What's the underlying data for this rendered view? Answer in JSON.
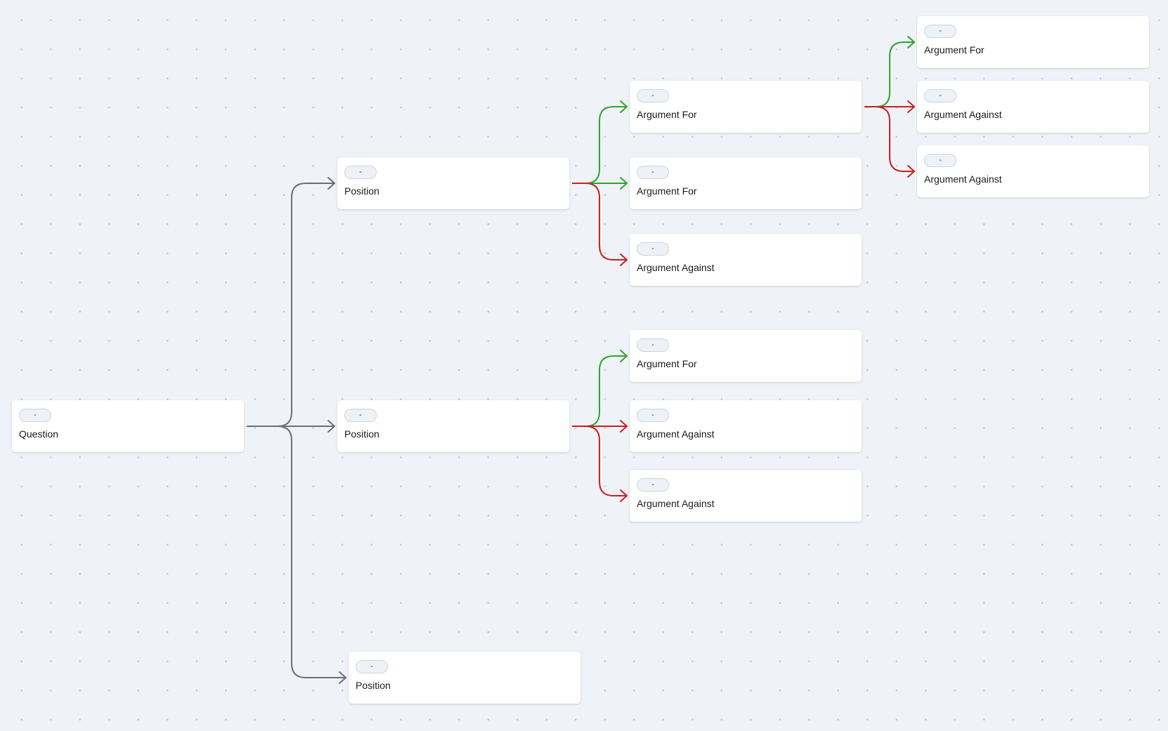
{
  "nodes": [
    {
      "id": "q",
      "kind": "question",
      "label": "Question",
      "badge": "-"
    },
    {
      "id": "p1",
      "kind": "position",
      "label": "Position",
      "badge": "-"
    },
    {
      "id": "p2",
      "kind": "position",
      "label": "Position",
      "badge": "-"
    },
    {
      "id": "p3",
      "kind": "position",
      "label": "Position",
      "badge": "-"
    },
    {
      "id": "a1",
      "kind": "for",
      "label": "Argument For",
      "badge": "-"
    },
    {
      "id": "a2",
      "kind": "for",
      "label": "Argument For",
      "badge": "-"
    },
    {
      "id": "a3",
      "kind": "against",
      "label": "Argument Against",
      "badge": "-"
    },
    {
      "id": "a4",
      "kind": "for",
      "label": "Argument For",
      "badge": "-"
    },
    {
      "id": "a5",
      "kind": "against",
      "label": "Argument Against",
      "badge": "-"
    },
    {
      "id": "a6",
      "kind": "against",
      "label": "Argument Against",
      "badge": "-"
    },
    {
      "id": "b1",
      "kind": "for",
      "label": "Argument For",
      "badge": "-"
    },
    {
      "id": "b2",
      "kind": "against",
      "label": "Argument Against",
      "badge": "-"
    },
    {
      "id": "b3",
      "kind": "against",
      "label": "Argument Against",
      "badge": "-"
    }
  ],
  "edges": [
    {
      "from": "q",
      "to": "p1",
      "kind": "neutral"
    },
    {
      "from": "q",
      "to": "p2",
      "kind": "neutral"
    },
    {
      "from": "q",
      "to": "p3",
      "kind": "neutral"
    },
    {
      "from": "p1",
      "to": "a1",
      "kind": "for"
    },
    {
      "from": "p1",
      "to": "a2",
      "kind": "for"
    },
    {
      "from": "p1",
      "to": "a3",
      "kind": "against"
    },
    {
      "from": "p2",
      "to": "a4",
      "kind": "for"
    },
    {
      "from": "p2",
      "to": "a5",
      "kind": "against"
    },
    {
      "from": "p2",
      "to": "a6",
      "kind": "against"
    },
    {
      "from": "a1",
      "to": "b1",
      "kind": "for"
    },
    {
      "from": "a1",
      "to": "b2",
      "kind": "against"
    },
    {
      "from": "a1",
      "to": "b3",
      "kind": "against"
    }
  ],
  "colors": {
    "neutral": "#6b6e74",
    "for": "#2ea52c",
    "against": "#c8201d",
    "background": "#eff2f7"
  }
}
